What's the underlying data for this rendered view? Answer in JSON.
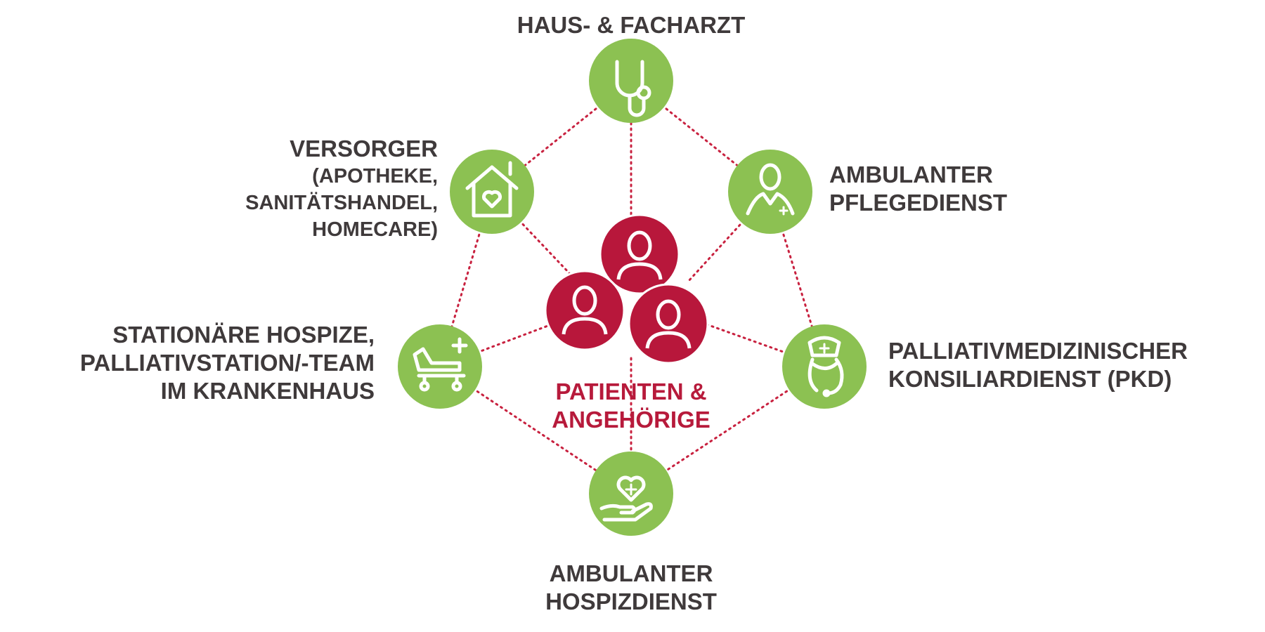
{
  "colors": {
    "green": "#8cc152",
    "red": "#b8173b",
    "text": "#3f3a3b",
    "dots": "#c8213f"
  },
  "center": {
    "line1": "PATIENTEN &",
    "line2": "ANGEHÖRIGE",
    "icon": "people-group-icon"
  },
  "nodes": {
    "top": {
      "line1": "HAUS- & FACHARZT",
      "icon": "stethoscope-icon"
    },
    "upper_left": {
      "line1": "VERSORGER",
      "line2": "(APOTHEKE,",
      "line3": "SANITÄTSHANDEL,",
      "line4": "HOMECARE)",
      "icon": "house-heart-icon"
    },
    "upper_right": {
      "line1": "AMBULANTER",
      "line2": "PFLEGEDIENST",
      "icon": "nurse-person-icon"
    },
    "lower_left": {
      "line1": "STATIONÄRE HOSPIZE,",
      "line2": "PALLIATIVSTATION/-TEAM",
      "line3": "IM KRANKENHAUS",
      "icon": "hospital-bed-icon"
    },
    "lower_right": {
      "line1": "PALLIATIVMEDIZINISCHER",
      "line2": "KONSILIARDIENST (PKD)",
      "icon": "nurse-cap-icon"
    },
    "bottom": {
      "line1": "AMBULANTER",
      "line2": "HOSPIZDIENST",
      "icon": "hand-heart-icon"
    }
  }
}
